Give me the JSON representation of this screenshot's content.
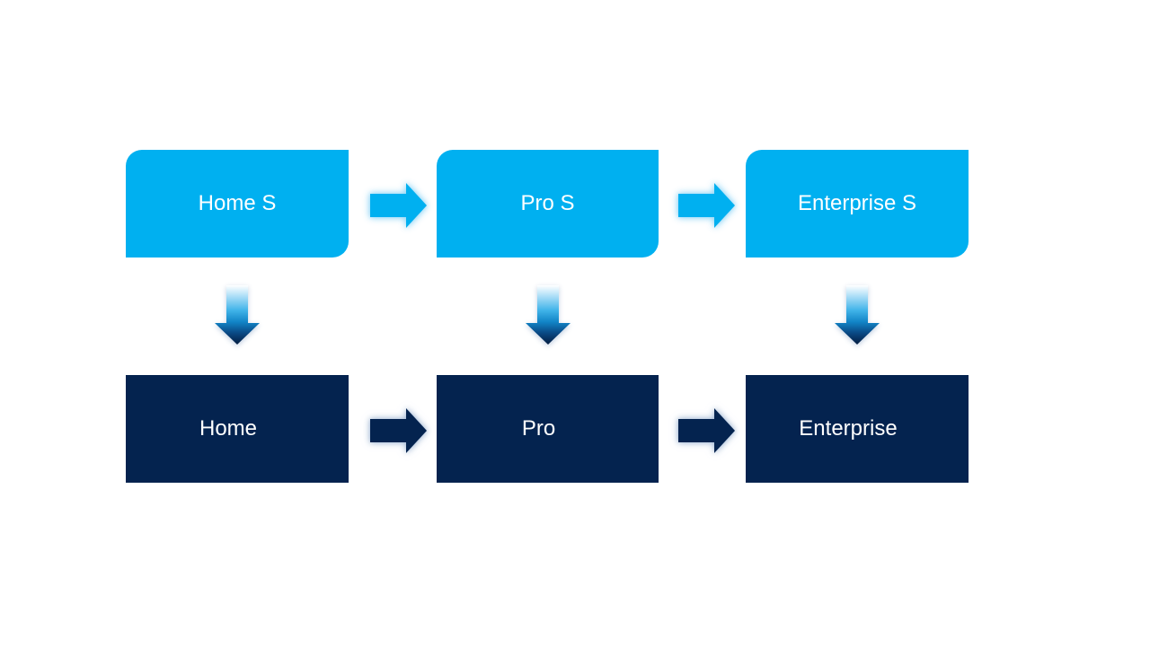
{
  "slide": {
    "background": "#ffffff",
    "colors": {
      "accent_light_blue": "#00b0f0",
      "accent_dark_navy": "#04234f",
      "label_text": "#ffffff"
    },
    "top_row": [
      {
        "label": "Home S"
      },
      {
        "label": "Pro S"
      },
      {
        "label": "Enterprise S"
      }
    ],
    "bottom_row": [
      {
        "label": "Home"
      },
      {
        "label": "Pro"
      },
      {
        "label": "Enterprise"
      }
    ],
    "icons": {
      "right_arrow": "right-arrow",
      "down_arrow": "down-arrow-gradient"
    }
  }
}
